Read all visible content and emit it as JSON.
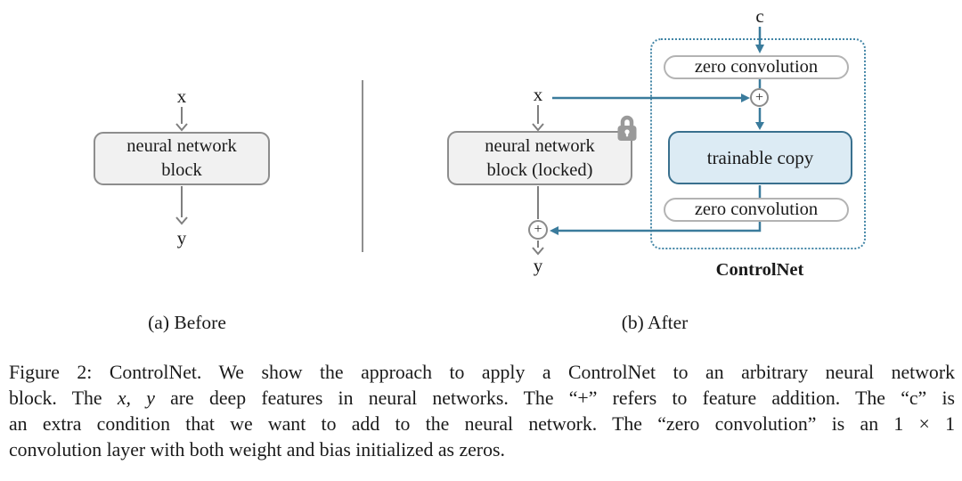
{
  "figure": {
    "panel_before": {
      "x_label": "x",
      "y_label": "y",
      "block_line1": "neural network",
      "block_line2": "block",
      "caption": "(a) Before"
    },
    "panel_after": {
      "x_label": "x",
      "y_label": "y",
      "c_label": "c",
      "locked_block_line1": "neural network",
      "locked_block_line2": "block (locked)",
      "zero_conv_top": "zero convolution",
      "zero_conv_bottom": "zero convolution",
      "trainable_copy": "trainable copy",
      "plus_top": "+",
      "plus_bottom": "+",
      "controlnet_label": "ControlNet",
      "caption": "(b) After"
    },
    "colors": {
      "teal_line": "#3a7b9c",
      "dashed_border": "#4285a6",
      "gray_line": "#7f7f7f",
      "block_fill": "#f1f1f1",
      "block_border": "#8d8d8d",
      "trainable_fill": "#dcebf4",
      "trainable_border": "#39708e",
      "pill_border": "#b3b3b3",
      "lock_gray": "#9a9a9a"
    }
  },
  "caption": {
    "line1": "Figure 2: ControlNet. We show the approach to apply a ControlNet to an arbitrary neural network",
    "line2_pre": "block. The ",
    "line2_math": "x, y",
    "line2_post": " are deep features in neural networks. The “+” refers to feature addition. The “c” is",
    "line3": "an extra condition that we want to add to the neural network. The “zero convolution” is an 1 × 1",
    "line4": "convolution layer with both weight and bias initialized as zeros."
  }
}
